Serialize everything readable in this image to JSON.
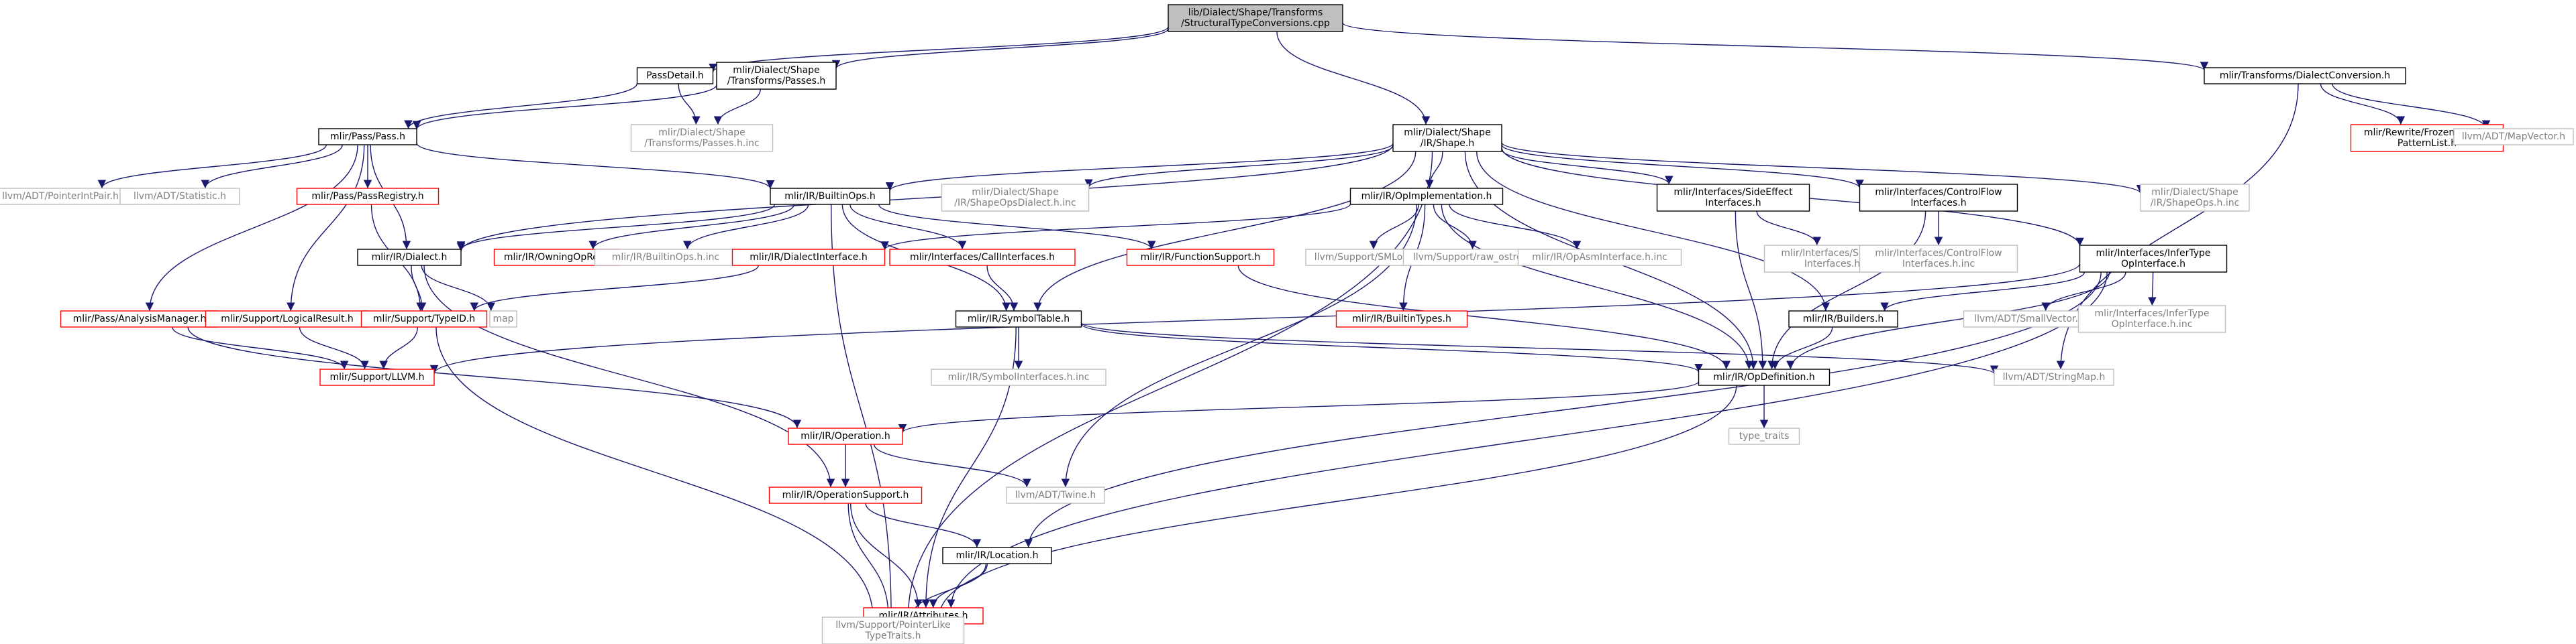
{
  "colors": {
    "edge": "#191970",
    "root_fill": "#bfbfbf",
    "root_border": "#000000",
    "documented_border": "#000000",
    "undocumented_border": "#ff0000",
    "external_border": "#bfbfbf",
    "text": "#000000",
    "external_text": "#7f7f7f"
  },
  "nodes": [
    {
      "id": "root",
      "kind": "root",
      "lines": [
        "lib/Dialect/Shape/Transforms",
        "/StructuralTypeConversions.cpp"
      ]
    },
    {
      "id": "passdetail",
      "kind": "documented",
      "lines": [
        "PassDetail.h"
      ]
    },
    {
      "id": "passes_h",
      "kind": "documented",
      "lines": [
        "mlir/Dialect/Shape",
        "/Transforms/Passes.h"
      ]
    },
    {
      "id": "shape_h",
      "kind": "documented",
      "lines": [
        "mlir/Dialect/Shape",
        "/IR/Shape.h"
      ]
    },
    {
      "id": "dialectconv",
      "kind": "documented",
      "lines": [
        "mlir/Transforms/DialectConversion.h"
      ]
    },
    {
      "id": "pass_h",
      "kind": "documented",
      "lines": [
        "mlir/Pass/Pass.h"
      ]
    },
    {
      "id": "passes_inc",
      "kind": "external",
      "lines": [
        "mlir/Dialect/Shape",
        "/Transforms/Passes.h.inc"
      ]
    },
    {
      "id": "frozen",
      "kind": "undocumented",
      "lines": [
        "mlir/Rewrite/FrozenRewrite",
        "PatternList.h"
      ]
    },
    {
      "id": "mapvector",
      "kind": "external",
      "lines": [
        "llvm/ADT/MapVector.h"
      ]
    },
    {
      "id": "pointerintpair",
      "kind": "external",
      "lines": [
        "llvm/ADT/PointerIntPair.h"
      ]
    },
    {
      "id": "statistic",
      "kind": "external",
      "lines": [
        "llvm/ADT/Statistic.h"
      ]
    },
    {
      "id": "passregistry",
      "kind": "undocumented",
      "lines": [
        "mlir/Pass/PassRegistry.h"
      ]
    },
    {
      "id": "builtinops",
      "kind": "documented",
      "lines": [
        "mlir/IR/BuiltinOps.h"
      ]
    },
    {
      "id": "shapeopsdialect",
      "kind": "external",
      "lines": [
        "mlir/Dialect/Shape",
        "/IR/ShapeOpsDialect.h.inc"
      ]
    },
    {
      "id": "opimpl",
      "kind": "documented",
      "lines": [
        "mlir/IR/OpImplementation.h"
      ]
    },
    {
      "id": "sideeffect",
      "kind": "documented",
      "lines": [
        "mlir/Interfaces/SideEffect",
        "Interfaces.h"
      ]
    },
    {
      "id": "controlflow",
      "kind": "documented",
      "lines": [
        "mlir/Interfaces/ControlFlow",
        "Interfaces.h"
      ]
    },
    {
      "id": "shapeops_inc",
      "kind": "external",
      "lines": [
        "mlir/Dialect/Shape",
        "/IR/ShapeOps.h.inc"
      ]
    },
    {
      "id": "dialect_h",
      "kind": "documented",
      "lines": [
        "mlir/IR/Dialect.h"
      ]
    },
    {
      "id": "owningopref",
      "kind": "undocumented",
      "lines": [
        "mlir/IR/OwningOpRef.h"
      ]
    },
    {
      "id": "builtinops_inc",
      "kind": "external",
      "lines": [
        "mlir/IR/BuiltinOps.h.inc"
      ]
    },
    {
      "id": "dialectinterface",
      "kind": "undocumented",
      "lines": [
        "mlir/IR/DialectInterface.h"
      ]
    },
    {
      "id": "callinterfaces",
      "kind": "undocumented",
      "lines": [
        "mlir/Interfaces/CallInterfaces.h"
      ]
    },
    {
      "id": "functionsupport",
      "kind": "undocumented",
      "lines": [
        "mlir/IR/FunctionSupport.h"
      ]
    },
    {
      "id": "smloc",
      "kind": "external",
      "lines": [
        "llvm/Support/SMLoc.h"
      ]
    },
    {
      "id": "rawostream",
      "kind": "external",
      "lines": [
        "llvm/Support/raw_ostream.h"
      ]
    },
    {
      "id": "opasminterface",
      "kind": "external",
      "lines": [
        "mlir/IR/OpAsmInterface.h.inc"
      ]
    },
    {
      "id": "sideeffect_inc",
      "kind": "external",
      "lines": [
        "mlir/Interfaces/SideEffect",
        "Interfaces.h.inc"
      ]
    },
    {
      "id": "controlflow_inc",
      "kind": "external",
      "lines": [
        "mlir/Interfaces/ControlFlow",
        "Interfaces.h.inc"
      ]
    },
    {
      "id": "infertype",
      "kind": "documented",
      "lines": [
        "mlir/Interfaces/InferType",
        "OpInterface.h"
      ]
    },
    {
      "id": "analysismanager",
      "kind": "undocumented",
      "lines": [
        "mlir/Pass/AnalysisManager.h"
      ]
    },
    {
      "id": "logicalresult",
      "kind": "undocumented",
      "lines": [
        "mlir/Support/LogicalResult.h"
      ]
    },
    {
      "id": "typeid",
      "kind": "undocumented",
      "lines": [
        "mlir/Support/TypeID.h"
      ]
    },
    {
      "id": "map",
      "kind": "external",
      "lines": [
        "map"
      ]
    },
    {
      "id": "symboltable",
      "kind": "documented",
      "lines": [
        "mlir/IR/SymbolTable.h"
      ]
    },
    {
      "id": "builtintypes",
      "kind": "undocumented",
      "lines": [
        "mlir/IR/BuiltinTypes.h"
      ]
    },
    {
      "id": "builders",
      "kind": "documented",
      "lines": [
        "mlir/IR/Builders.h"
      ]
    },
    {
      "id": "smallvector",
      "kind": "external",
      "lines": [
        "llvm/ADT/SmallVector.h"
      ]
    },
    {
      "id": "infertype_inc",
      "kind": "external",
      "lines": [
        "mlir/Interfaces/InferType",
        "OpInterface.h.inc"
      ]
    },
    {
      "id": "support_llvm",
      "kind": "undocumented",
      "lines": [
        "mlir/Support/LLVM.h"
      ]
    },
    {
      "id": "symbolinterfaces_inc",
      "kind": "external",
      "lines": [
        "mlir/IR/SymbolInterfaces.h.inc"
      ]
    },
    {
      "id": "opdefinition",
      "kind": "documented",
      "lines": [
        "mlir/IR/OpDefinition.h"
      ]
    },
    {
      "id": "stringmap",
      "kind": "external",
      "lines": [
        "llvm/ADT/StringMap.h"
      ]
    },
    {
      "id": "typetraits",
      "kind": "external",
      "lines": [
        "type_traits"
      ]
    },
    {
      "id": "operation",
      "kind": "undocumented",
      "lines": [
        "mlir/IR/Operation.h"
      ]
    },
    {
      "id": "opsupport",
      "kind": "undocumented",
      "lines": [
        "mlir/IR/OperationSupport.h"
      ]
    },
    {
      "id": "twine",
      "kind": "external",
      "lines": [
        "llvm/ADT/Twine.h"
      ]
    },
    {
      "id": "location",
      "kind": "documented",
      "lines": [
        "mlir/IR/Location.h"
      ]
    },
    {
      "id": "attributes",
      "kind": "undocumented",
      "lines": [
        "mlir/IR/Attributes.h"
      ]
    },
    {
      "id": "pointerlike",
      "kind": "external",
      "lines": [
        "llvm/Support/PointerLike",
        "TypeTraits.h"
      ]
    }
  ],
  "edges": [
    [
      "root",
      "passdetail"
    ],
    [
      "root",
      "passes_h"
    ],
    [
      "root",
      "shape_h"
    ],
    [
      "root",
      "dialectconv"
    ],
    [
      "passdetail",
      "pass_h"
    ],
    [
      "passdetail",
      "passes_inc"
    ],
    [
      "passes_h",
      "pass_h"
    ],
    [
      "passes_h",
      "passes_inc"
    ],
    [
      "dialectconv",
      "frozen"
    ],
    [
      "dialectconv",
      "mapvector"
    ],
    [
      "dialectconv",
      "stringmap"
    ],
    [
      "pass_h",
      "pointerintpair"
    ],
    [
      "pass_h",
      "statistic"
    ],
    [
      "pass_h",
      "passregistry"
    ],
    [
      "pass_h",
      "builtinops"
    ],
    [
      "pass_h",
      "dialect_h"
    ],
    [
      "pass_h",
      "analysismanager"
    ],
    [
      "pass_h",
      "logicalresult"
    ],
    [
      "shape_h",
      "builtinops"
    ],
    [
      "shape_h",
      "shapeopsdialect"
    ],
    [
      "shape_h",
      "opimpl"
    ],
    [
      "shape_h",
      "sideeffect"
    ],
    [
      "shape_h",
      "controlflow"
    ],
    [
      "shape_h",
      "shapeops_inc"
    ],
    [
      "shape_h",
      "infertype"
    ],
    [
      "shape_h",
      "dialect_h"
    ],
    [
      "shape_h",
      "symboltable"
    ],
    [
      "shape_h",
      "builders"
    ],
    [
      "shape_h",
      "opdefinition"
    ],
    [
      "shape_h",
      "pointerlike"
    ],
    [
      "passregistry",
      "typeid"
    ],
    [
      "analysismanager",
      "operation"
    ],
    [
      "analysismanager",
      "support_llvm"
    ],
    [
      "logicalresult",
      "support_llvm"
    ],
    [
      "builtinops",
      "owningopref"
    ],
    [
      "builtinops",
      "builtinops_inc"
    ],
    [
      "builtinops",
      "callinterfaces"
    ],
    [
      "builtinops",
      "functionsupport"
    ],
    [
      "builtinops",
      "symboltable"
    ],
    [
      "builtinops",
      "dialect_h"
    ],
    [
      "builtinops",
      "pointerlike"
    ],
    [
      "opimpl",
      "dialectinterface"
    ],
    [
      "opimpl",
      "smloc"
    ],
    [
      "opimpl",
      "rawostream"
    ],
    [
      "opimpl",
      "opasminterface"
    ],
    [
      "opimpl",
      "builtintypes"
    ],
    [
      "opimpl",
      "opdefinition"
    ],
    [
      "opimpl",
      "twine"
    ],
    [
      "sideeffect",
      "sideeffect_inc"
    ],
    [
      "sideeffect",
      "opdefinition"
    ],
    [
      "controlflow",
      "controlflow_inc"
    ],
    [
      "controlflow",
      "opdefinition"
    ],
    [
      "infertype",
      "builders"
    ],
    [
      "infertype",
      "smallvector"
    ],
    [
      "infertype",
      "infertype_inc"
    ],
    [
      "infertype",
      "opdefinition"
    ],
    [
      "infertype",
      "support_llvm"
    ],
    [
      "infertype",
      "location"
    ],
    [
      "infertype",
      "attributes"
    ],
    [
      "dialect_h",
      "typeid"
    ],
    [
      "dialect_h",
      "map"
    ],
    [
      "dialect_h",
      "opsupport"
    ],
    [
      "dialectinterface",
      "typeid"
    ],
    [
      "callinterfaces",
      "symboltable"
    ],
    [
      "functionsupport",
      "opdefinition"
    ],
    [
      "typeid",
      "support_llvm"
    ],
    [
      "typeid",
      "pointerlike"
    ],
    [
      "symboltable",
      "symbolinterfaces_inc"
    ],
    [
      "symboltable",
      "opdefinition"
    ],
    [
      "symboltable",
      "stringmap"
    ],
    [
      "symboltable",
      "attributes"
    ],
    [
      "builders",
      "opdefinition"
    ],
    [
      "opdefinition",
      "operation"
    ],
    [
      "opdefinition",
      "typetraits"
    ],
    [
      "opdefinition",
      "pointerlike"
    ],
    [
      "operation",
      "opsupport"
    ],
    [
      "operation",
      "twine"
    ],
    [
      "opsupport",
      "location"
    ],
    [
      "opsupport",
      "attributes"
    ],
    [
      "opsupport",
      "pointerlike"
    ],
    [
      "location",
      "attributes"
    ],
    [
      "location",
      "pointerlike"
    ],
    [
      "attributes",
      "pointerlike"
    ]
  ]
}
